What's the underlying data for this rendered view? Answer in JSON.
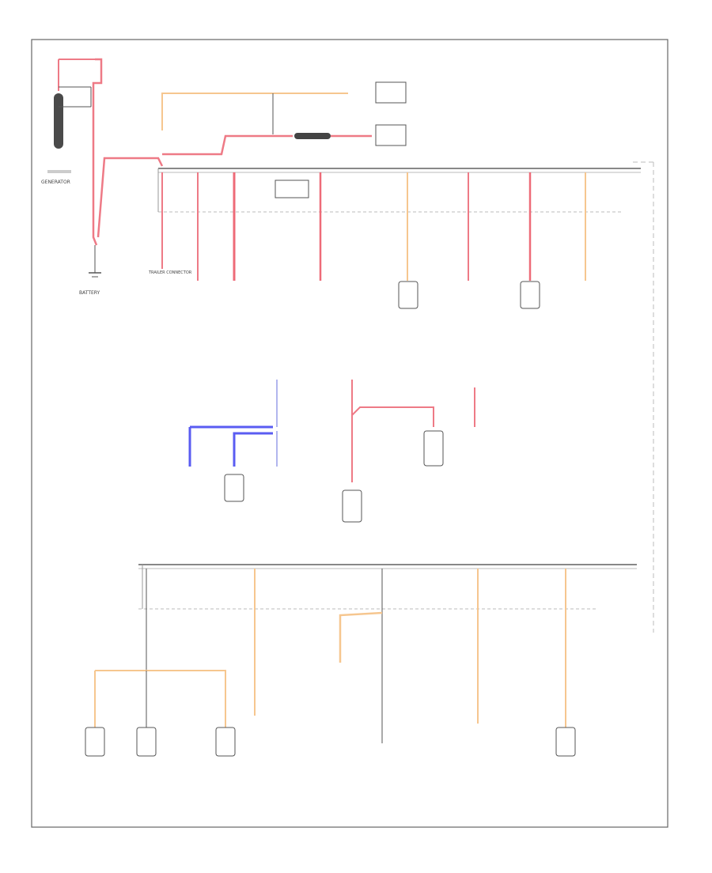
{
  "diagram": {
    "labels": {
      "generator": "GENERATOR",
      "battery": "BATTERY",
      "trailer_connector": "TRAILER CONNECTOR"
    },
    "footer": ""
  },
  "colors": {
    "red": "#ee7a86",
    "orange": "#f6c68f",
    "blue": "#5a5cf2",
    "ltblue": "#b2b6ee",
    "line": "#555555",
    "border": "#666666",
    "dash": "#bbbbbb"
  }
}
